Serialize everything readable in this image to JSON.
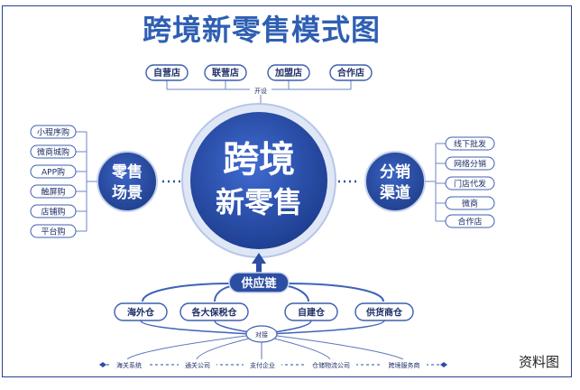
{
  "title": "跨境新零售模式图",
  "center": {
    "line1": "跨境",
    "line2": "新零售"
  },
  "top": {
    "label": "开设",
    "stores": [
      "自营店",
      "联营店",
      "加盟店",
      "合作店"
    ]
  },
  "left_hub": {
    "line1": "零售",
    "line2": "场景",
    "items": [
      "小程序购",
      "微商城购",
      "APP购",
      "触屏购",
      "店铺购",
      "平台购"
    ]
  },
  "right_hub": {
    "line1": "分销",
    "line2": "渠道",
    "items": [
      "线下批发",
      "网络分销",
      "门店代发",
      "微商",
      "合作店"
    ]
  },
  "supply": {
    "label": "供应链",
    "warehouses": [
      "海外仓",
      "各大保税仓",
      "自建仓",
      "供货商仓"
    ],
    "connect_label": "对接",
    "partners": [
      "海关系统",
      "通关公司",
      "支付企业",
      "仓储物流公司",
      "跨境服务商"
    ]
  },
  "caption": "资料图",
  "colors": {
    "primary": "#2b4ea3",
    "title": "#2f5fb3",
    "line": "#3f63b8",
    "pill_border": "#3d5fb0"
  }
}
